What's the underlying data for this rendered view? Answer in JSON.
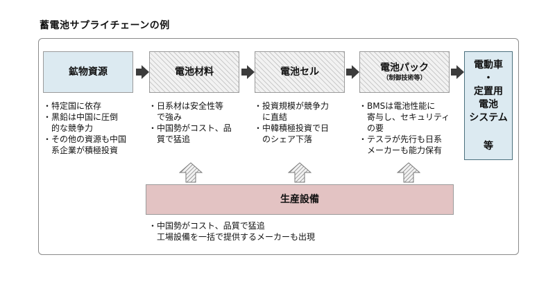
{
  "title": "蓄電池サプライチェーンの例",
  "stages": [
    {
      "label": "鉱物資源",
      "sub": "",
      "notes": [
        "・特定国に依存",
        "・黒鉛は中国に圧倒",
        "　的な競争力",
        "・その他の資源も中国",
        "　系企業が積極投資"
      ]
    },
    {
      "label": "電池材料",
      "sub": "",
      "notes": [
        "・日系材は安全性等",
        "　で強み",
        "・中国勢がコスト、品",
        "　質で猛追"
      ]
    },
    {
      "label": "電池セル",
      "sub": "",
      "notes": [
        "・投資規模が競争力",
        "　に直結",
        "・中韓積極投資で日",
        "　のシェア下落"
      ]
    },
    {
      "label": "電池パック",
      "sub": "（制御技術等）",
      "notes": [
        "・BMSは電池性能に",
        "　寄与し、セキュリティ",
        "　の要",
        "・テスラが先行も日系",
        "　メーカーも能力保有"
      ]
    }
  ],
  "final_box": {
    "lines": [
      "電動車",
      "・",
      "定置用",
      "電池",
      "システム"
    ],
    "last": "等"
  },
  "production": {
    "label": "生産設備",
    "notes": [
      "・中国勢がコスト、品質で猛追",
      "　工場設備を一括で提供するメーカーも出現"
    ]
  },
  "colors": {
    "mineral_fill": "#dceaf1",
    "production_fill": "#e3c3c3",
    "arrow": "#3c3c3c"
  }
}
